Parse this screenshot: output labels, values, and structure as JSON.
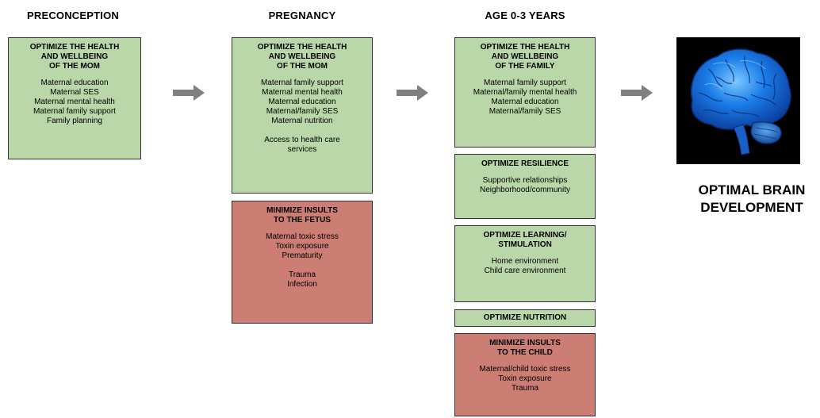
{
  "columns": {
    "preconception": {
      "title": "PRECONCEPTION",
      "boxes": [
        {
          "heading": "OPTIMIZE THE HEALTH\nAND WELLBEING\nOF THE MOM",
          "items": [
            "Maternal education",
            "Maternal SES",
            "Maternal mental health",
            "Maternal family support",
            "Family planning"
          ]
        }
      ]
    },
    "pregnancy": {
      "title": "PREGNANCY",
      "boxes": [
        {
          "heading": "OPTIMIZE THE HEALTH\nAND WELLBEING\nOF THE MOM",
          "items": [
            "Maternal family support",
            "Maternal mental health",
            "Maternal education",
            "Maternal/family SES",
            "Maternal nutrition"
          ],
          "items2": [
            "Access to health care",
            "services"
          ]
        },
        {
          "heading": "MINIMIZE INSULTS\nTO THE FETUS",
          "items": [
            "Maternal toxic stress",
            "Toxin exposure",
            "Prematurity"
          ],
          "items2": [
            "Trauma",
            "Infection"
          ]
        }
      ]
    },
    "age03": {
      "title": "AGE 0-3 YEARS",
      "boxes": [
        {
          "heading": "OPTIMIZE THE HEALTH\nAND WELLBEING\nOF THE FAMILY",
          "items": [
            "Maternal family support",
            "Maternal/family mental health",
            "Maternal education",
            "Maternal/family SES"
          ]
        },
        {
          "heading": "OPTIMIZE RESILIENCE",
          "items": [
            "Supportive relationships",
            "Neighborhood/community"
          ]
        },
        {
          "heading": "OPTIMIZE LEARNING/\nSTIMULATION",
          "items": [
            "Home environment",
            "Child care environment"
          ]
        },
        {
          "heading": "OPTIMIZE NUTRITION",
          "items": []
        },
        {
          "heading": "MINIMIZE INSULTS\nTO THE CHILD",
          "items": [
            "Maternal/child toxic stress",
            "Toxin exposure",
            "Trauma"
          ]
        }
      ]
    }
  },
  "outcome": {
    "caption": "OPTIMAL BRAIN\nDEVELOPMENT",
    "image": "brain-illustration"
  },
  "colors": {
    "green_box": "#b9d7a8",
    "red_box": "#cc7d74",
    "arrow": "#7f7f7f",
    "brain_background": "#000000",
    "brain": "#1a7de8"
  }
}
